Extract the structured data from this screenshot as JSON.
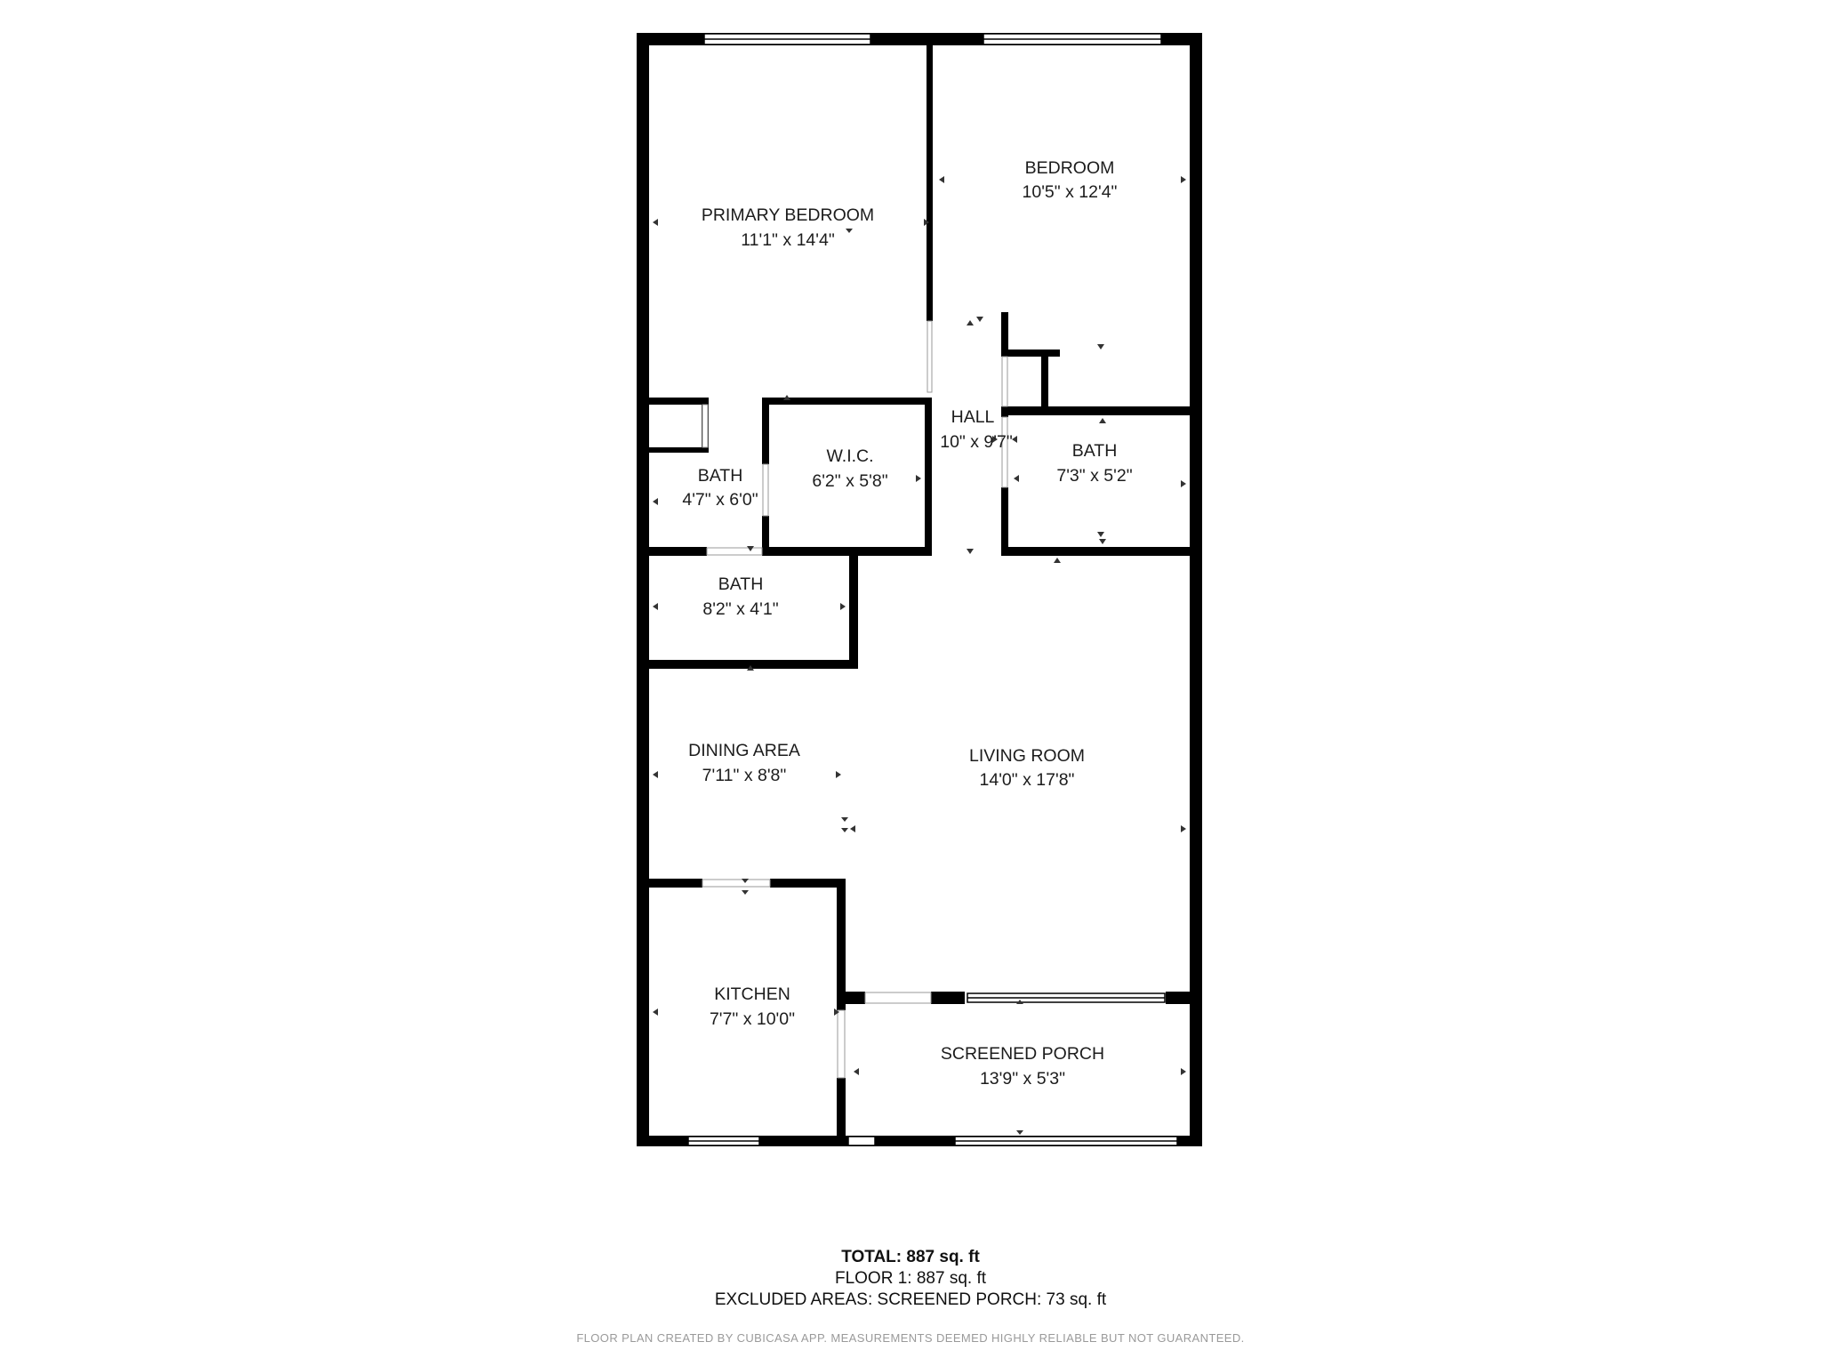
{
  "rooms": {
    "primary_bedroom": {
      "name": "PRIMARY BEDROOM",
      "dims": "11'1\" x 14'4\""
    },
    "bedroom": {
      "name": "BEDROOM",
      "dims": "10'5\" x 12'4\""
    },
    "hall": {
      "name": "HALL",
      "dims": "10\" x 9'7\""
    },
    "bath_left": {
      "name": "BATH",
      "dims": "4'7\" x 6'0\""
    },
    "wic": {
      "name": "W.I.C.",
      "dims": "6'2\" x 5'8\""
    },
    "bath_right": {
      "name": "BATH",
      "dims": "7'3\" x 5'2\""
    },
    "bath_lower": {
      "name": "BATH",
      "dims": "8'2\" x 4'1\""
    },
    "dining_area": {
      "name": "DINING AREA",
      "dims": "7'11\" x 8'8\""
    },
    "living_room": {
      "name": "LIVING ROOM",
      "dims": "14'0\" x 17'8\""
    },
    "kitchen": {
      "name": "KITCHEN",
      "dims": "7'7\" x 10'0\""
    },
    "screened_porch": {
      "name": "SCREENED PORCH",
      "dims": "13'9\" x 5'3\""
    }
  },
  "summary": {
    "total_label": "TOTAL:",
    "total_value": "887 sq. ft",
    "floor": "FLOOR 1: 887 sq. ft",
    "excluded": "EXCLUDED AREAS: SCREENED PORCH: 73 sq. ft",
    "disclaimer": "FLOOR PLAN CREATED BY CUBICASA APP. MEASUREMENTS DEEMED HIGHLY RELIABLE BUT NOT GUARANTEED."
  },
  "colors": {
    "wall": "#000000",
    "background": "#ffffff",
    "text": "#1c1c1c",
    "disclaimer": "#9a9a9a"
  }
}
